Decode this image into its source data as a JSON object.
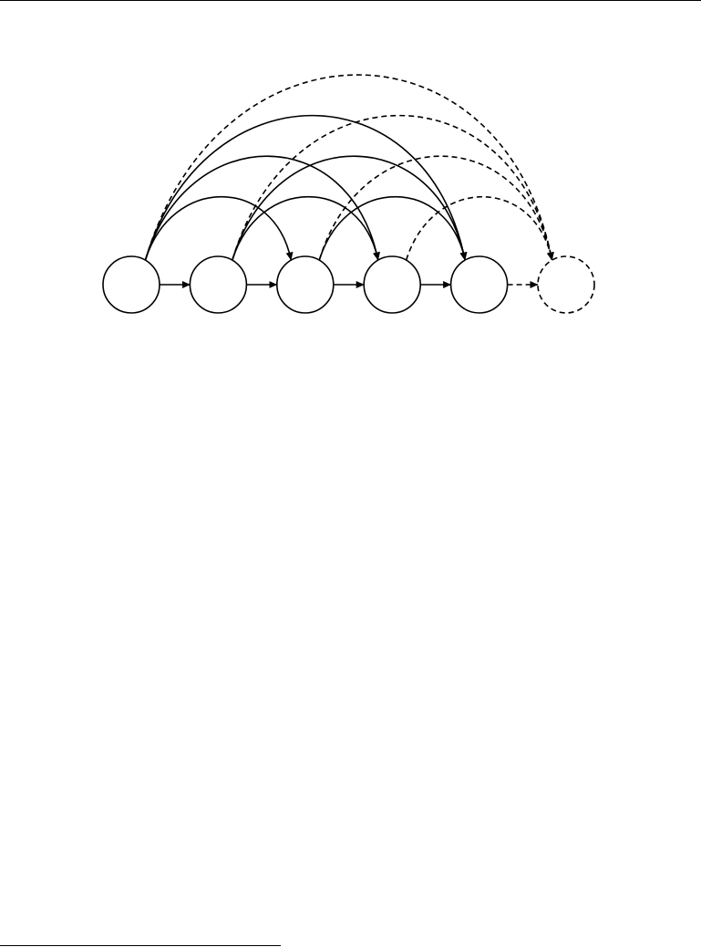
{
  "diagram": {
    "type": "directed-graph",
    "layout": "horizontal-chain-with-arcs",
    "style": {
      "stroke_color": "#000000",
      "background": "#ffffff"
    },
    "nodes": [
      {
        "id": "n1",
        "label": "",
        "style": "solid"
      },
      {
        "id": "n2",
        "label": "",
        "style": "solid"
      },
      {
        "id": "n3",
        "label": "",
        "style": "solid"
      },
      {
        "id": "n4",
        "label": "",
        "style": "solid"
      },
      {
        "id": "n5",
        "label": "",
        "style": "solid"
      },
      {
        "id": "n6",
        "label": "",
        "style": "dashed"
      }
    ],
    "edges": [
      {
        "from": "n1",
        "to": "n2",
        "style": "solid",
        "kind": "straight"
      },
      {
        "from": "n2",
        "to": "n3",
        "style": "solid",
        "kind": "straight"
      },
      {
        "from": "n3",
        "to": "n4",
        "style": "solid",
        "kind": "straight"
      },
      {
        "from": "n4",
        "to": "n5",
        "style": "solid",
        "kind": "straight"
      },
      {
        "from": "n5",
        "to": "n6",
        "style": "dashed",
        "kind": "straight"
      },
      {
        "from": "n1",
        "to": "n3",
        "style": "solid",
        "kind": "arc"
      },
      {
        "from": "n1",
        "to": "n4",
        "style": "solid",
        "kind": "arc"
      },
      {
        "from": "n1",
        "to": "n5",
        "style": "solid",
        "kind": "arc"
      },
      {
        "from": "n1",
        "to": "n6",
        "style": "dashed",
        "kind": "arc"
      },
      {
        "from": "n2",
        "to": "n4",
        "style": "solid",
        "kind": "arc"
      },
      {
        "from": "n2",
        "to": "n5",
        "style": "solid",
        "kind": "arc"
      },
      {
        "from": "n2",
        "to": "n6",
        "style": "dashed",
        "kind": "arc"
      },
      {
        "from": "n3",
        "to": "n5",
        "style": "solid",
        "kind": "arc"
      },
      {
        "from": "n3",
        "to": "n6",
        "style": "dashed",
        "kind": "arc"
      },
      {
        "from": "n4",
        "to": "n6",
        "style": "dashed",
        "kind": "arc"
      }
    ]
  }
}
